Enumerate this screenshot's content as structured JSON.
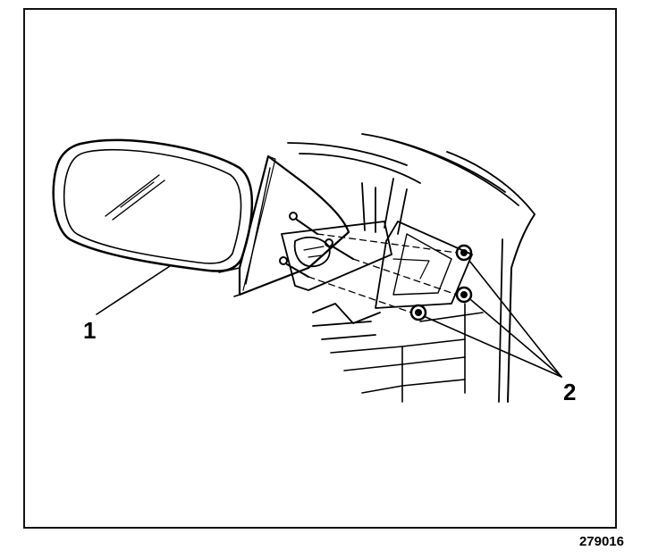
{
  "diagram": {
    "callouts": [
      {
        "id": "1",
        "label": "1"
      },
      {
        "id": "2",
        "label": "2"
      }
    ],
    "figure_number": "279016"
  },
  "colors": {
    "line": "#000000",
    "background": "#ffffff"
  }
}
